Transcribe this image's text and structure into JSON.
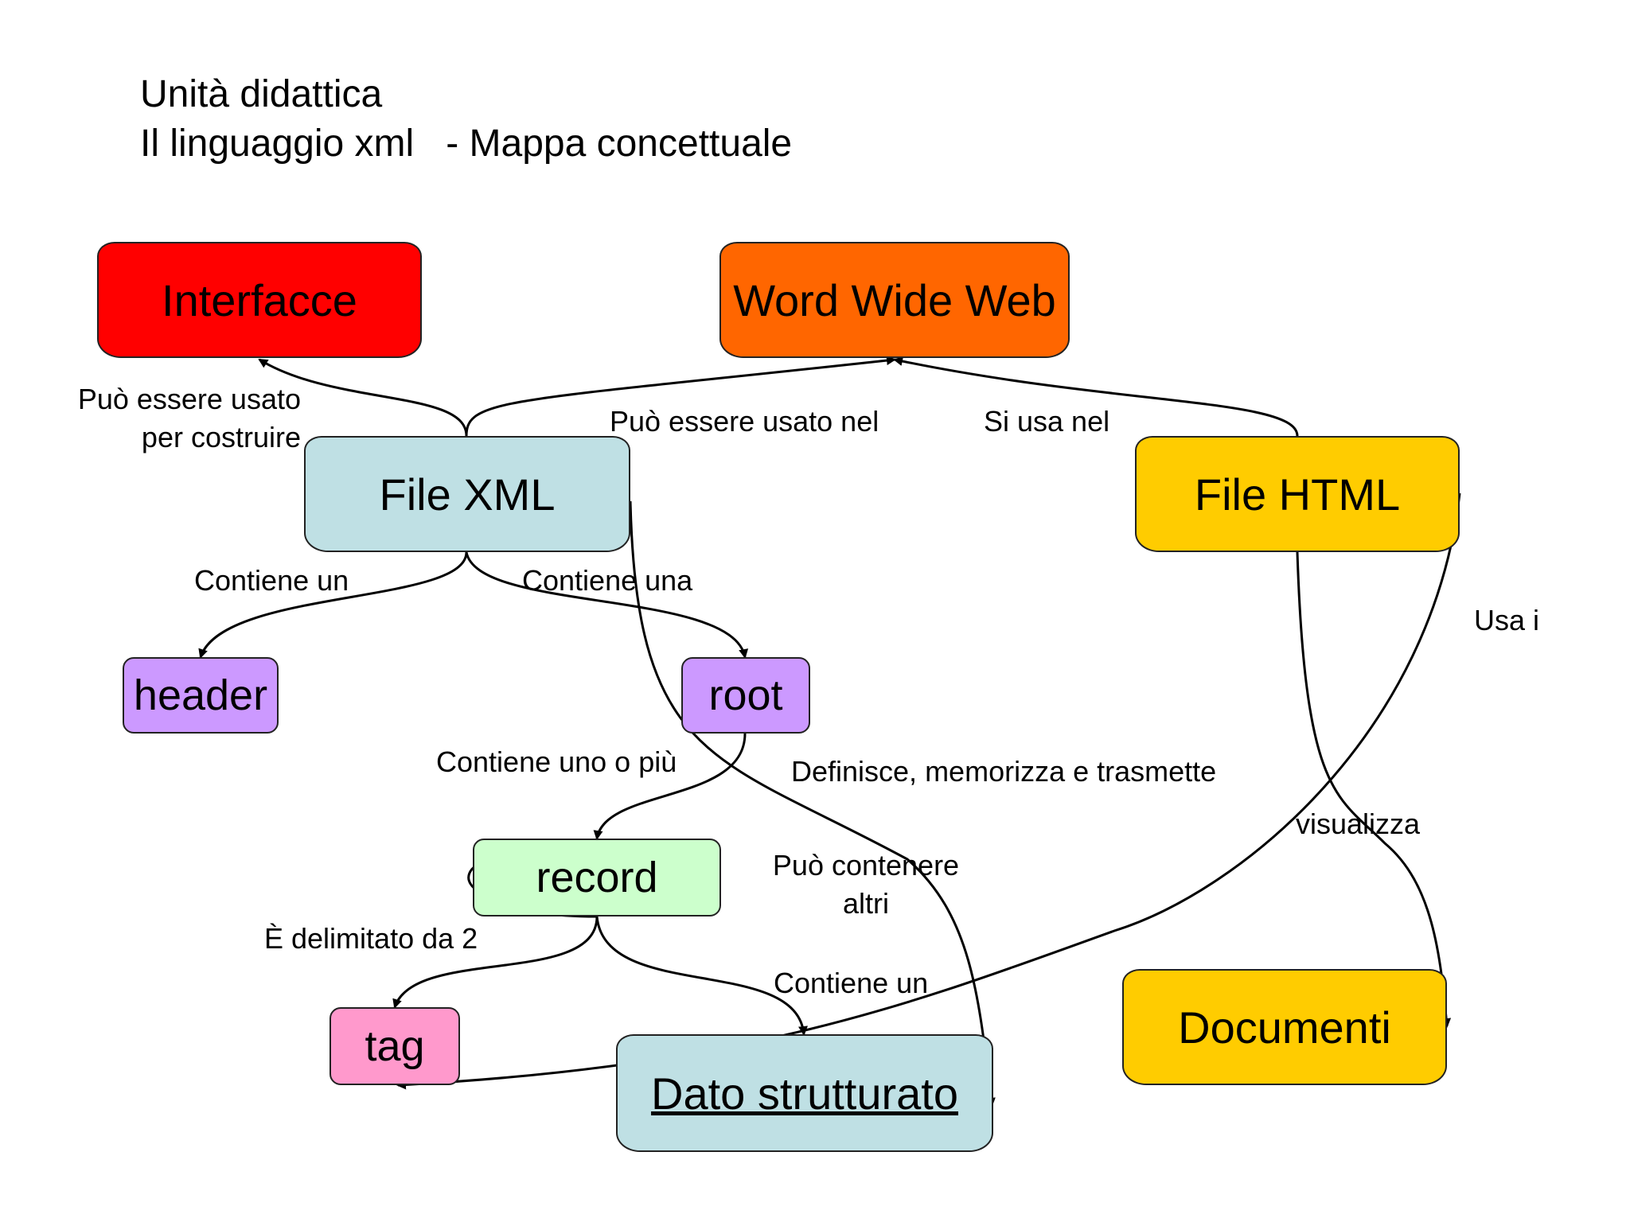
{
  "title": {
    "line1": "Unità didattica",
    "line2": "Il linguaggio xml   - Mappa concettuale"
  },
  "nodes": {
    "interfacce": "Interfacce",
    "www": "Word Wide Web",
    "file_xml": "File XML",
    "file_html": "File HTML",
    "header": "header",
    "root": "root",
    "record": "record",
    "tag": "tag",
    "dato_strutturato": "Dato strutturato",
    "documenti": "Documenti"
  },
  "links": {
    "puo_essere_usato_1": "Può essere usato",
    "puo_essere_usato_2": "per costruire",
    "usato_nel": "Può essere usato nel",
    "si_usa_nel": "Si usa nel",
    "contiene_un_header": "Contiene un",
    "contiene_una": "Contiene una",
    "usa_i": "Usa i",
    "contiene_uno_o_piu": "Contiene uno o più",
    "definisce": "Definisce, memorizza e trasmette",
    "visualizza": "visualizza",
    "puo_contenere_1": "Può contenere",
    "puo_contenere_2": "altri",
    "delimitato": "È delimitato da 2",
    "contiene_un_dato": "Contiene un"
  },
  "colors": {
    "interfacce": "#ff0000",
    "www": "#ff6600",
    "file_xml": "#bfe0e4",
    "file_html": "#ffcc00",
    "header": "#cc99ff",
    "root": "#cc99ff",
    "record": "#ccffcc",
    "tag": "#ff99cc",
    "dato_strutturato": "#bfe0e4",
    "documenti": "#ffcc00"
  }
}
